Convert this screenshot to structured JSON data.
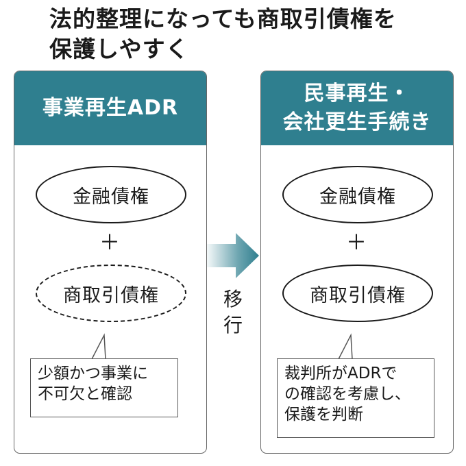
{
  "title": {
    "line1": "法的整理になっても商取引債権を",
    "line2": "保護しやすく"
  },
  "left_panel": {
    "header": "事業再生ADR",
    "ellipse_top": "金融債権",
    "plus": "＋",
    "ellipse_bottom": "商取引債権",
    "note": {
      "line1": "少額かつ事業に",
      "line2": "不可欠と確認"
    }
  },
  "right_panel": {
    "header_line1": "民事再生・",
    "header_line2": "会社更生手続き",
    "ellipse_top": "金融債権",
    "plus": "＋",
    "ellipse_bottom": "商取引債権",
    "note": {
      "line1": "裁判所がADRで",
      "line2": "の確認を考慮し、",
      "line3": "保護を判断"
    }
  },
  "transition": {
    "line1": "移",
    "line2": "行"
  },
  "colors": {
    "header_bg": "#2f7f8f",
    "header_text": "#ffffff",
    "arrow": "#2f7f8f"
  }
}
